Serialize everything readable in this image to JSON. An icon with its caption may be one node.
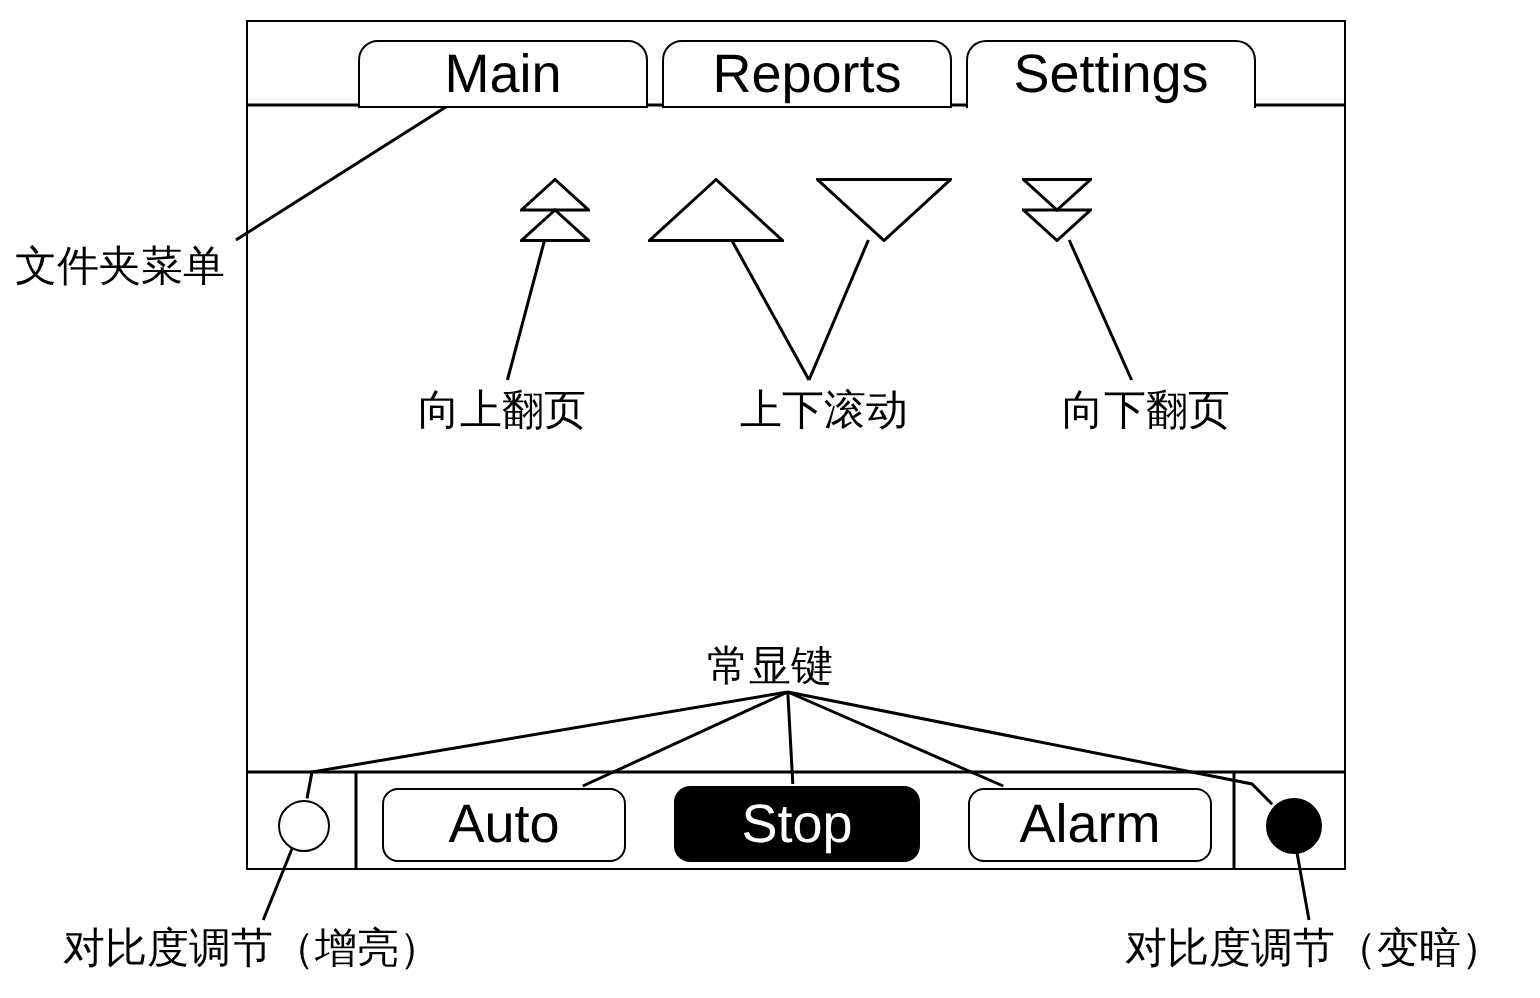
{
  "diagram": {
    "nodes": [
      {
        "text": [],
        "shape": "box"
      },
      {
        "text": [
          "Main"
        ],
        "in": 0
      },
      {
        "text": [
          "Reports"
        ],
        "in": 0
      },
      {
        "text": [
          "Settings"
        ],
        "in": 0
      },
      {
        "text": [],
        "shape": "triangle",
        "in": 0
      },
      {
        "text": [],
        "shape": "triangle",
        "in": 0
      },
      {
        "text": [],
        "shape": "triangle",
        "in": 0
      },
      {
        "text": [],
        "shape": "triangle",
        "in": 0
      },
      {
        "text": [],
        "shape": "circle",
        "in": 0
      },
      {
        "text": [
          "Auto"
        ],
        "in": 0
      },
      {
        "text": [
          "Stop"
        ],
        "in": 0
      },
      {
        "text": [
          "Alarm"
        ],
        "in": 0
      },
      {
        "text": [],
        "shape": "circle",
        "in": 0
      },
      {
        "text": [
          "文件夹菜单"
        ]
      },
      {
        "text": [
          "向上翻页"
        ],
        "in": 0
      },
      {
        "text": [
          "上下滚动"
        ],
        "in": 0
      },
      {
        "text": [
          "向下翻页"
        ],
        "in": 0
      },
      {
        "text": [
          "常显键"
        ],
        "in": 0
      },
      {
        "text": [
          "对比度调节（增亮）"
        ]
      },
      {
        "text": [
          "对比度调节（变暗）"
        ]
      }
    ],
    "edges": [
      {
        "from": 13,
        "to": 1,
        "arrow": "none"
      },
      {
        "from": 14,
        "to": 4,
        "arrow": "none"
      },
      {
        "from": 15,
        "to": 5,
        "arrow": "none"
      },
      {
        "from": 15,
        "to": 6,
        "arrow": "none"
      },
      {
        "from": 16,
        "to": 7,
        "arrow": "none"
      },
      {
        "from": 17,
        "to": 8,
        "arrow": "none"
      },
      {
        "from": 17,
        "to": 9,
        "arrow": "none"
      },
      {
        "from": 17,
        "to": 10,
        "arrow": "none"
      },
      {
        "from": 17,
        "to": 11,
        "arrow": "none"
      },
      {
        "from": 17,
        "to": 12,
        "arrow": "none"
      },
      {
        "from": 18,
        "to": 8,
        "arrow": "none"
      },
      {
        "from": 19,
        "to": 12,
        "arrow": "none"
      }
    ]
  }
}
